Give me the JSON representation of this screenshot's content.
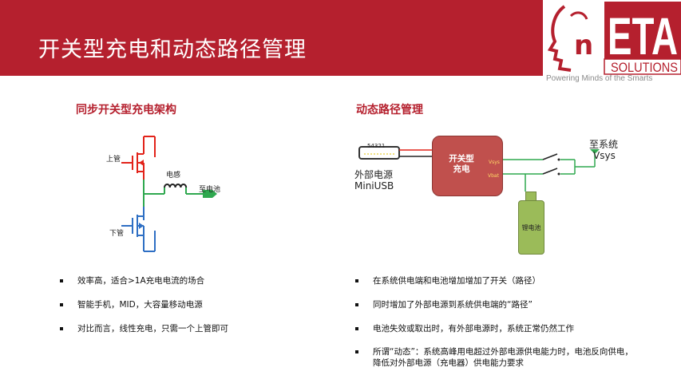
{
  "header": {
    "title": "开关型充电和动态路径管理",
    "logo_letters": "ETA",
    "logo_solutions": "SOLUTIONS",
    "logo_tagline": "Powering Minds of the Smarts",
    "brand_color": "#b5202e"
  },
  "left": {
    "heading": "同步开关型充电架构",
    "diagram": {
      "high_side_label": "上管",
      "low_side_label": "下管",
      "inductor_label": "电感",
      "to_battery_label": "至电池"
    },
    "bullets": [
      "效率高，适合>1A充电电流的场合",
      "智能手机，MID，大容量移动电源",
      "对比而言，线性充电，只需一个上管即可"
    ]
  },
  "right": {
    "heading": "动态路径管理",
    "diagram": {
      "usb_pins": "54321",
      "usb_label_line1": "外部电源",
      "usb_label_line2": "MiniUSB",
      "charger_label_line1": "开关型",
      "charger_label_line2": "充电",
      "pin_vsys": "Vsys",
      "pin_vbat": "Vbat",
      "battery_label": "锂电池",
      "system_label_line1": "至系统",
      "system_label_line2": "Vsys"
    },
    "bullets": [
      "在系统供电端和电池增加增加了开关（路径）",
      "同时增加了外部电源到系统供电端的“路径”",
      "电池失效或取出时，有外部电源时，系统正常仍然工作",
      "所谓“动态”：系统高峰用电超过外部电源供电能力时，电池反向供电，降低对外部电源（充电器）供电能力要求"
    ]
  }
}
